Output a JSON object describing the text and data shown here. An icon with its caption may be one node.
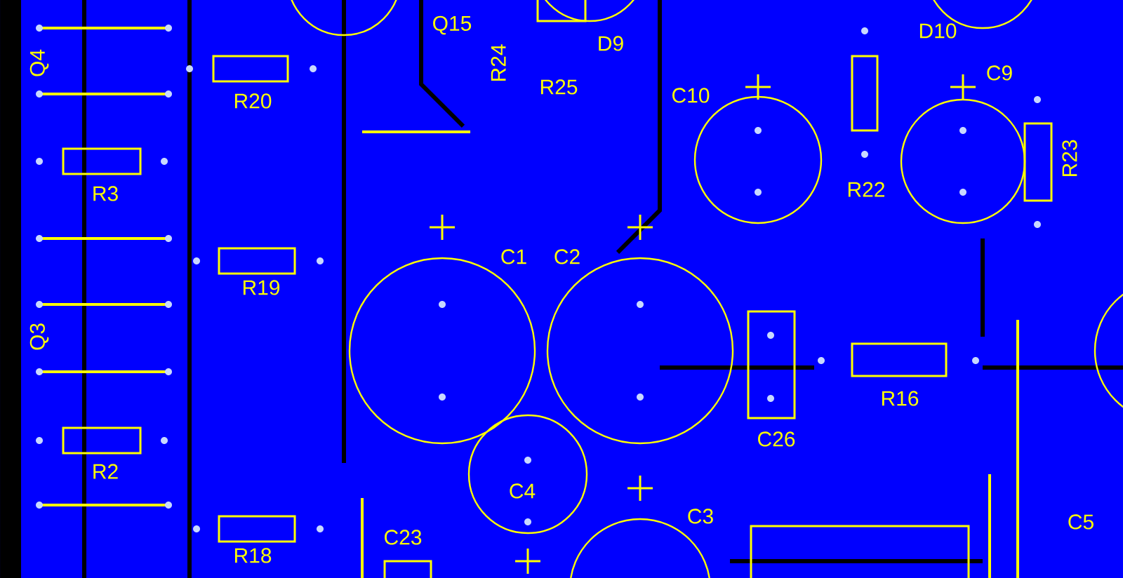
{
  "diagram": {
    "labels": [
      "Q15",
      "D10",
      "D9",
      "Q4",
      "R24",
      "C9",
      "R25",
      "C10",
      "R20",
      "R23",
      "R22",
      "R3",
      "C1",
      "C2",
      "R19",
      "Q3",
      "R16",
      "C26",
      "R2",
      "C4",
      "C3",
      "C5",
      "C23",
      "R18"
    ]
  }
}
